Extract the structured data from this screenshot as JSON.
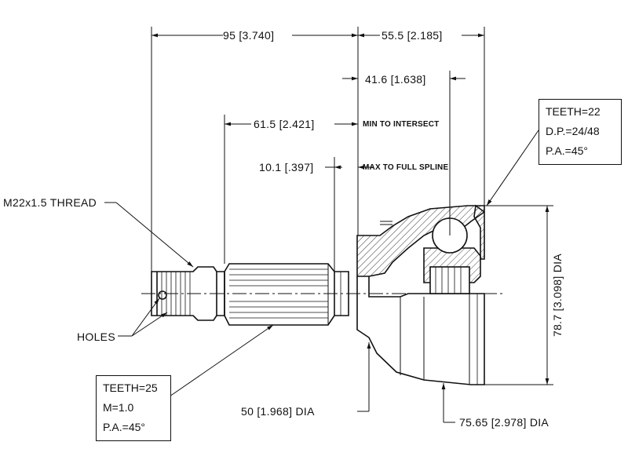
{
  "dimensions": {
    "overall_shaft": "95 [3.740]",
    "housing_length": "55.5 [2.185]",
    "ball_center": "41.6 [1.638]",
    "min_intersect": "61.5 [2.421]",
    "max_spline": "10.1 [.397]",
    "housing_dia": "78.7 [3.098] DIA",
    "neck_dia": "50 [1.968] DIA",
    "outer_dia": "75.65 [2.978] DIA"
  },
  "notes": {
    "min_intersect": "MIN TO INTERSECT",
    "max_spline": "MAX TO FULL SPLINE"
  },
  "callouts": {
    "thread": "M22x1.5 THREAD",
    "holes": "HOLES"
  },
  "outer_spline_box": {
    "teeth": "TEETH=22",
    "dp": "D.P.=24/48",
    "pa": "P.A.=45°"
  },
  "shaft_spline_box": {
    "teeth": "TEETH=25",
    "module": "M=1.0",
    "pa": "P.A.=45°"
  }
}
